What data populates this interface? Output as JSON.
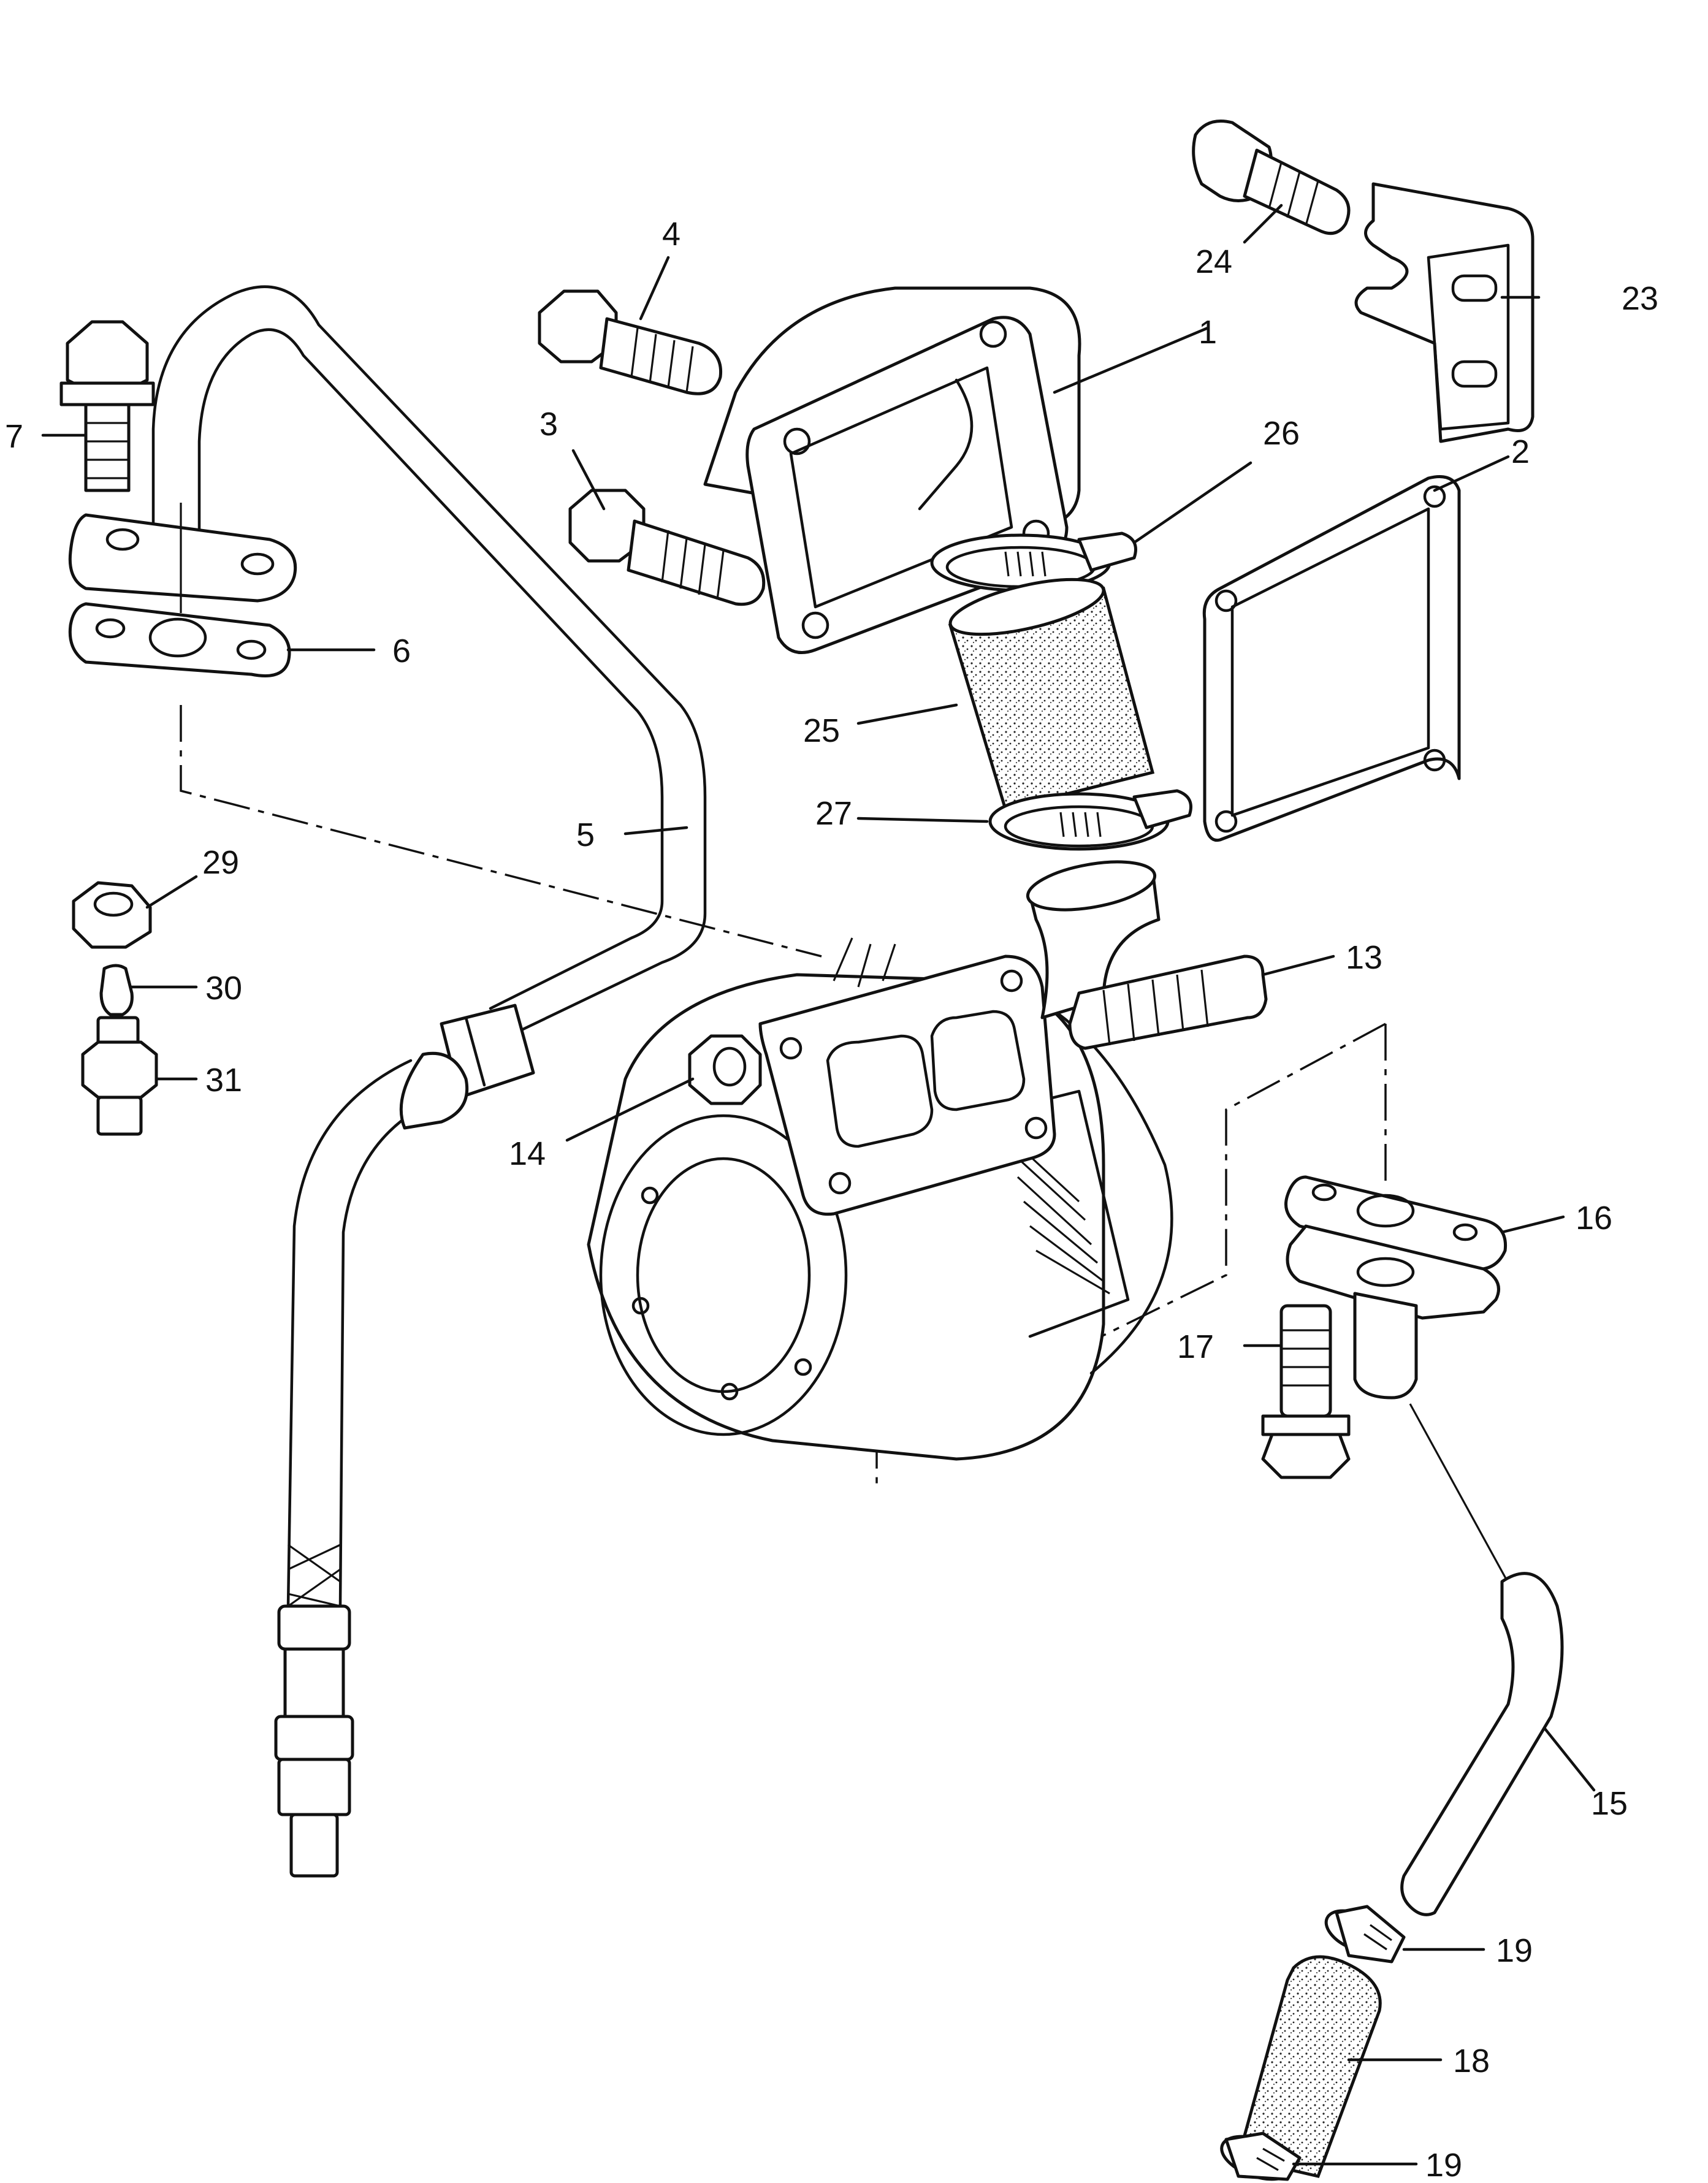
{
  "callouts": [
    {
      "id": "c1",
      "text": "1"
    },
    {
      "id": "c2",
      "text": "2"
    },
    {
      "id": "c3",
      "text": "3"
    },
    {
      "id": "c4",
      "text": "4"
    },
    {
      "id": "c5",
      "text": "5"
    },
    {
      "id": "c6",
      "text": "6"
    },
    {
      "id": "c7",
      "text": "7"
    },
    {
      "id": "c13",
      "text": "13"
    },
    {
      "id": "c14",
      "text": "14"
    },
    {
      "id": "c15",
      "text": "15"
    },
    {
      "id": "c16",
      "text": "16"
    },
    {
      "id": "c17",
      "text": "17"
    },
    {
      "id": "c18",
      "text": "18"
    },
    {
      "id": "c19a",
      "text": "19"
    },
    {
      "id": "c19b",
      "text": "19"
    },
    {
      "id": "c23",
      "text": "23"
    },
    {
      "id": "c24",
      "text": "24"
    },
    {
      "id": "c25",
      "text": "25"
    },
    {
      "id": "c26",
      "text": "26"
    },
    {
      "id": "c27",
      "text": "27"
    },
    {
      "id": "c29",
      "text": "29"
    },
    {
      "id": "c30",
      "text": "30"
    },
    {
      "id": "c31",
      "text": "31"
    }
  ]
}
